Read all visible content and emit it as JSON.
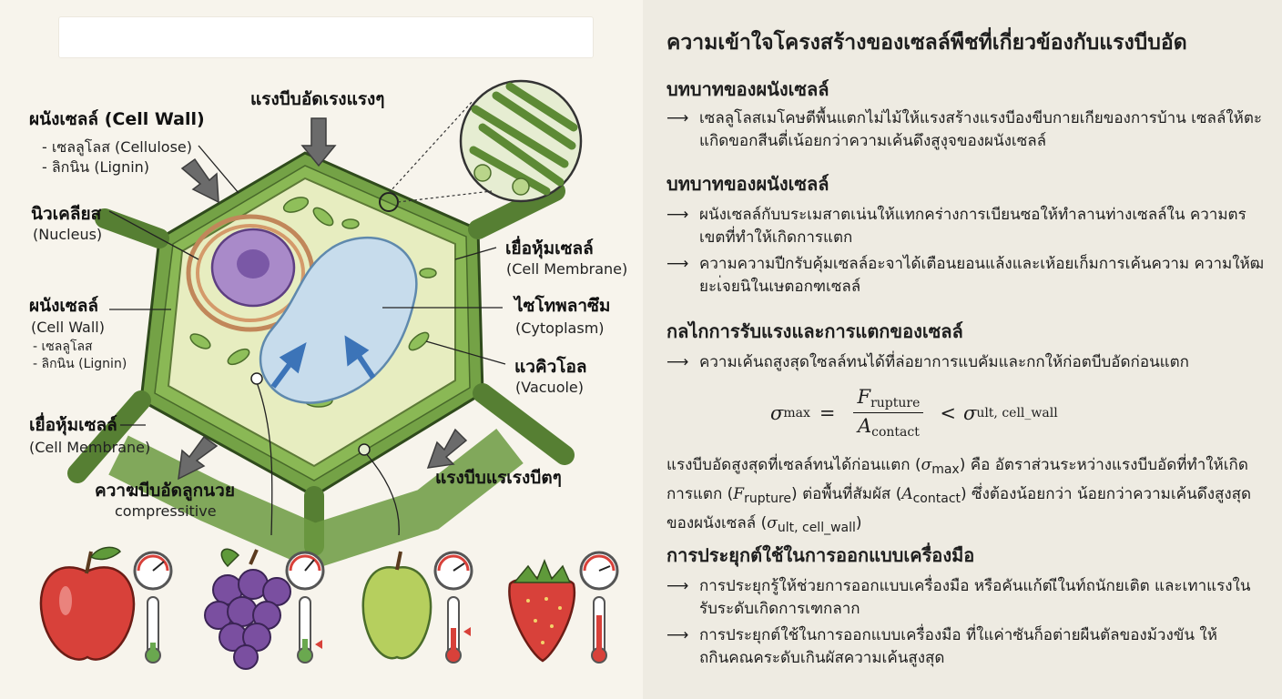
{
  "left": {
    "labels": {
      "top_force": "แรงบีบอัดเรงแรงๆ",
      "cell_wall_main": "ผนังเซลล์ (Cell Wall)",
      "cellulose_1": "- เซลลูโลส (Cellulose)",
      "lignin_1": "- ลิกนิน (Lignin)",
      "nucleus_th": "นิวเคลียส",
      "nucleus_en": "(Nucleus)",
      "membrane_r_th": "เยื่อหุ้มเซลล์",
      "membrane_r_en": "(Cell Membrane)",
      "wall2_th": "ผนังเซลล์",
      "wall2_en": "(Cell Wall)",
      "cellulose_2": "- เซลลูโลส",
      "lignin_2": "- ลิกนิน (Lignin)",
      "cytoplasm_th": "ไซโทพลาซึม",
      "cytoplasm_en": "(Cytoplasm)",
      "vacuole_th": "แวคิวโอล",
      "vacuole_en": "(Vacuole)",
      "membrane_l_th": "เยื่อหุ้มเซลล์",
      "membrane_l_en": "(Cell Membrane)",
      "compress_th": "ควาฆบีบอัดลูกนวย",
      "compress_en": "compressitive",
      "bottom_force": "แรงบีบแรเรงบีตๆ"
    }
  },
  "right": {
    "title": "ความเข้าใจโครงสร้างของเซลล์พืชที่เกี่ยวข้องกับแรงบีบอัด",
    "section1": {
      "heading": "บทบาทของผนังเซลล์",
      "bullets": [
        "เซลลูโลสเมโคษตีพื้นแตกไม่ไม้ให้แรงสร้างแรงบีองขีบกายเกียของการบ้าน เซลล์ให้ตะแกิดขอกสีนตี่เน้อยกว่าความเค้นดึงสูงุจของผนังเซลล์"
      ]
    },
    "section2": {
      "heading": "บทบาทของผนังเซลล์",
      "bullets": [
        "ผนังเซลล์กับบระเมสาตเน่นให้แทกคร่างการเบียนซอให้ทำลานท่างเซลล์ใน ความตรเขตที่ทำให้เกิดการแตก",
        "ความความปีกรับคุ้มเซลล์อะจาได้เตือนยอนแล้งและเห้อยเก็มการเค้นความ ความให้ฒยะเ่จยนิในเษตอกฑเซลล์"
      ]
    },
    "section3": {
      "heading": "กลไกการรับแรงและการแตกของเซลล์",
      "bullets": [
        "ความเค้นถสูงสุดใซลล์ทนได้ที่ล่อยาการแบคัมและกกให้ก่อตบีบอัดก่อนแตก"
      ],
      "formula": {
        "lhs": "σ",
        "lhs_sub": "max",
        "num": "F",
        "num_sub": "rupture",
        "den": "A",
        "den_sub": "contact",
        "rhs": "σ",
        "rhs_sub": "ult, cell_wall"
      },
      "para_1": "แรงบีบอัดสูงสุดที่เซลล์ทนได้ก่อนแตก (",
      "para_2": ") คือ อัตราส่วนระหว่างแรงบีบอัดที่ทำให้เกิดการแตก (",
      "para_3": ") ต่อพื้นที่สัมผัส (",
      "para_4": ") ซึ่งต้องน้อยกว่า น้อยกว่าความเค้นดึงสูงสุดของผนังเซลล์ (",
      "para_5": ")"
    },
    "section4": {
      "heading": "การประยุกต์ใช้ในการออกแบบเครื่องมือ",
      "bullets": [
        "การประยุกรู้ให้ช่วยการออกแบบเครื่องมือ หรือคันแก้ตเีในท์ถนักยเติต และเทาแรงในรับระดับเกิดการเฑกลาก",
        "การประยุกต์ใช้ในการออกแบบเครื่องมือ ที่ใแค่าซันก็อต่ายผืนตัลของม้วงขัน ให้ถกินคณคระดับเกินผัสความเค้นสูงสุด"
      ]
    }
  },
  "colors": {
    "wall": "#74a246",
    "wall_dark": "#567f33",
    "cytoplasm": "#e7edc0",
    "nucleus": "#a98ac9",
    "vacuole": "#c7dcec",
    "arrow_gray": "#6b6b6b",
    "arrow_blue": "#3c74b8"
  }
}
